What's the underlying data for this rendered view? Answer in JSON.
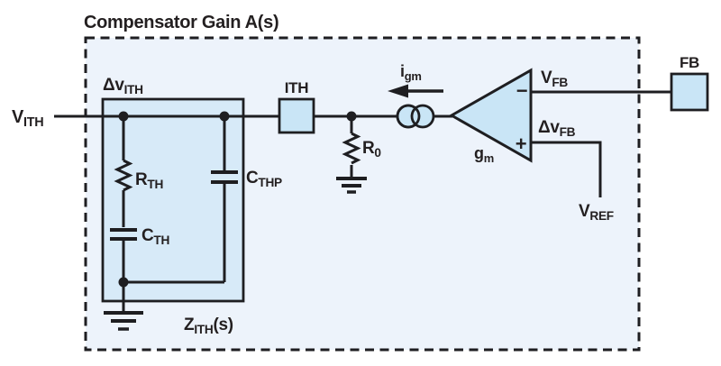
{
  "title": "Compensator Gain A(s)",
  "colors": {
    "outer_fill": "#edf3fb",
    "inner_fill": "#d7eaf8",
    "component_fill": "#c9e5f6",
    "line_color": "#1e1e21",
    "text_color": "#231f20"
  },
  "labels": {
    "v_ith": {
      "main": "V",
      "sub": "ITH"
    },
    "delta_v_ith": {
      "main": "Δv",
      "sub": "ITH"
    },
    "r_th": {
      "main": "R",
      "sub": "TH"
    },
    "c_th": {
      "main": "C",
      "sub": "TH"
    },
    "c_thp": {
      "main": "C",
      "sub": "THP"
    },
    "z_ith": {
      "main": "Z",
      "sub": "ITH",
      "suffix": "(s)"
    },
    "ith_pin": "ITH",
    "r_0": {
      "main": "R",
      "sub": "0"
    },
    "i_gm": {
      "main": "i",
      "sub": "gm"
    },
    "g_m": {
      "main": "g",
      "sub": "m"
    },
    "minus": "−",
    "plus": "+",
    "v_fb": {
      "main": "V",
      "sub": "FB"
    },
    "delta_v_fb": {
      "main": "Δv",
      "sub": "FB"
    },
    "v_ref": {
      "main": "V",
      "sub": "REF"
    },
    "fb_pin": "FB"
  }
}
